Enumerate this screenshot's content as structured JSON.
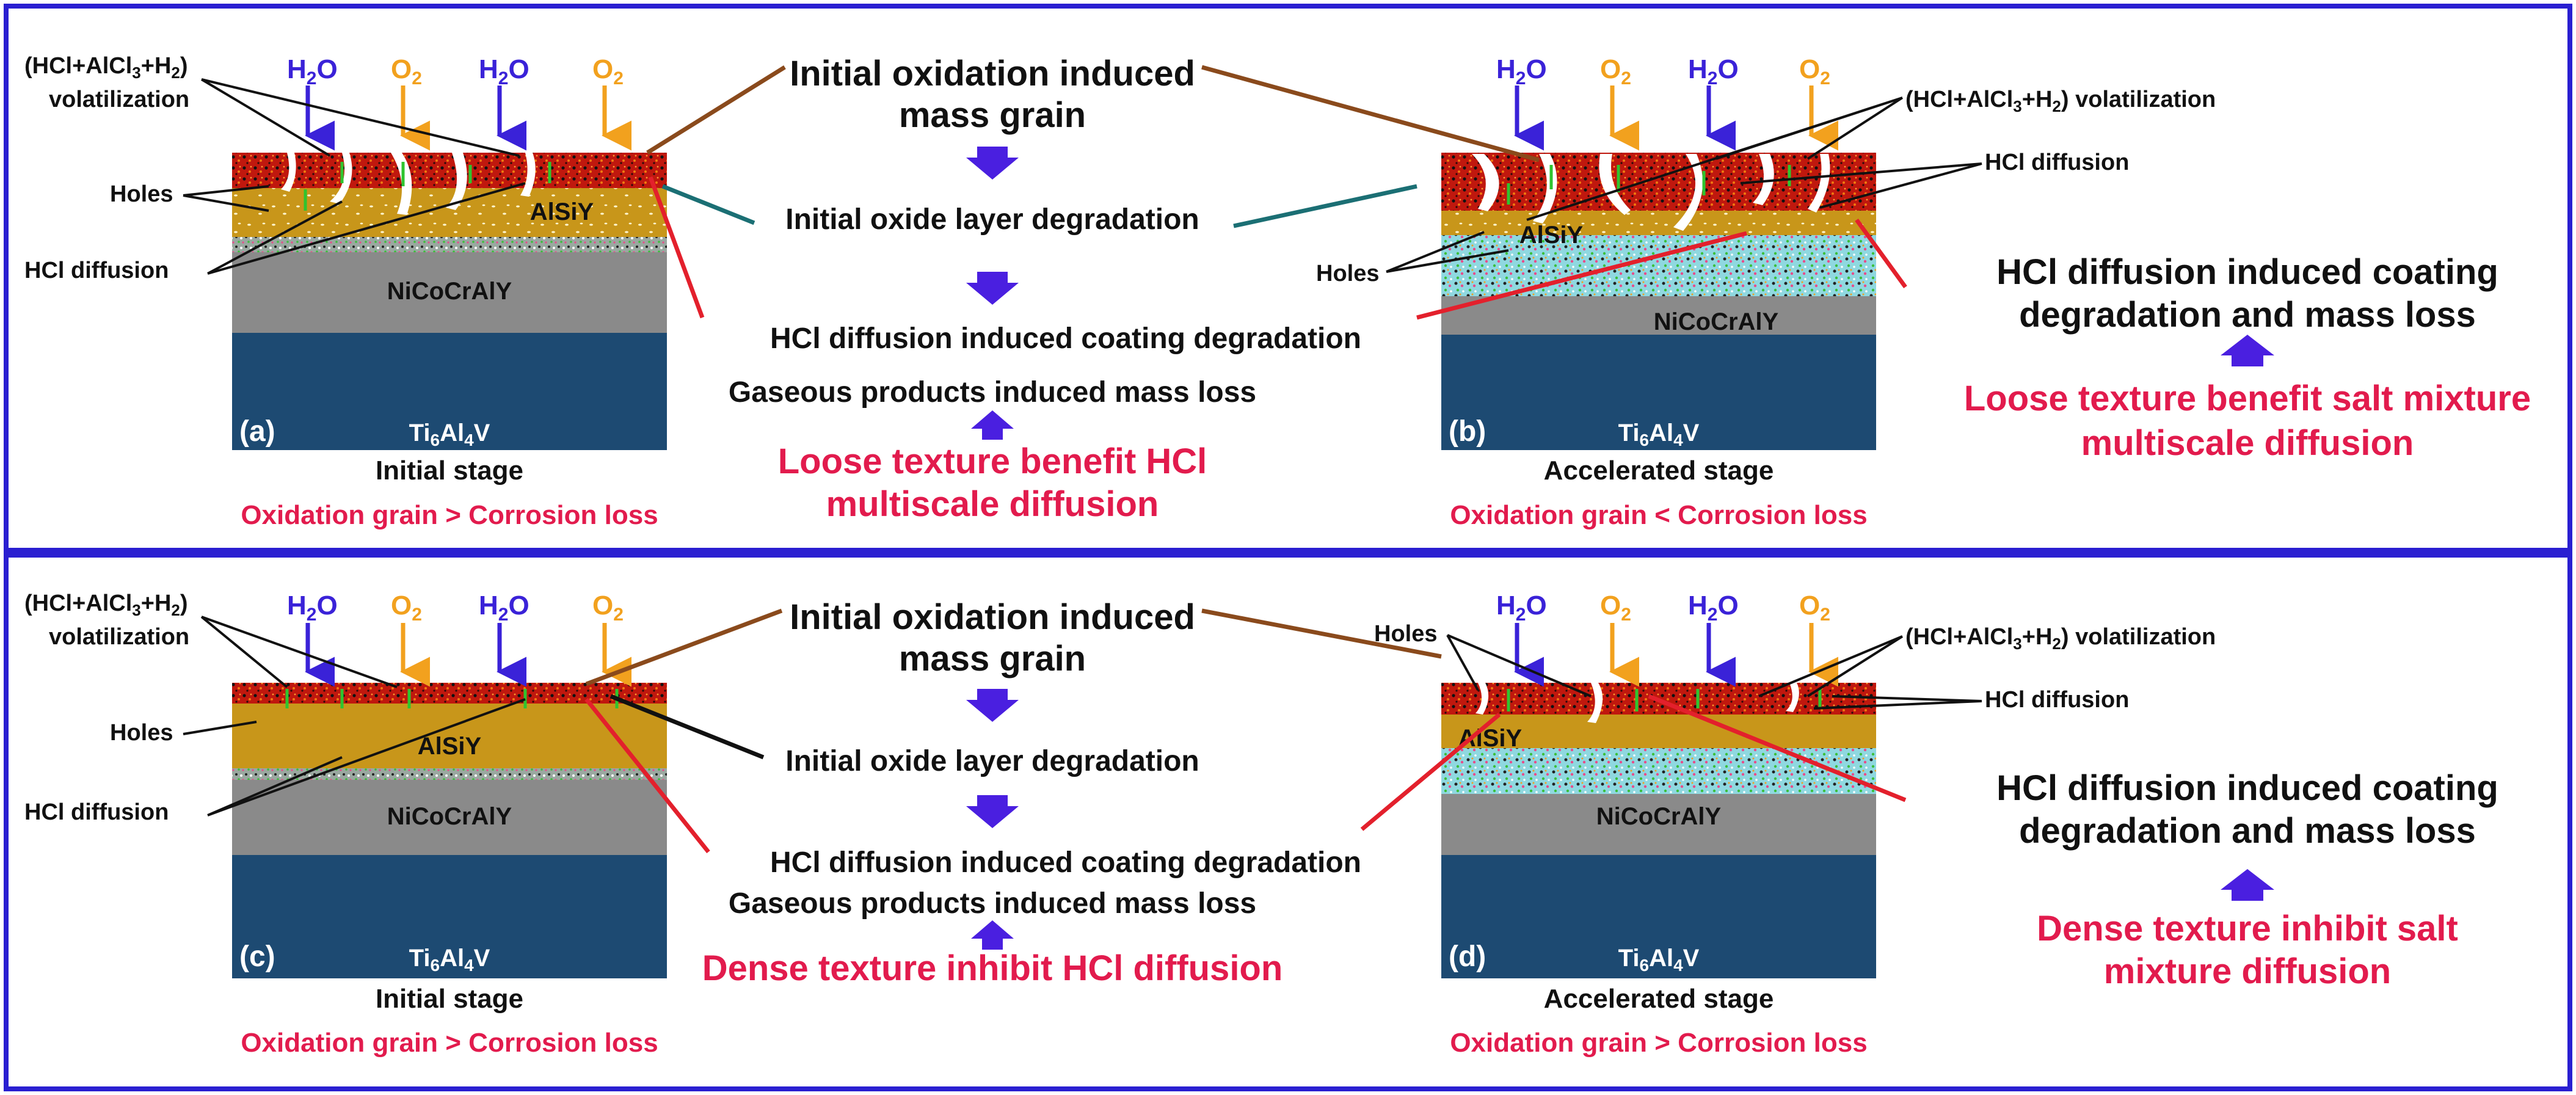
{
  "colors": {
    "frame": "#2a1fd1",
    "water": "#3a22d8",
    "oxygen": "#f2a11e",
    "red_text": "#e21b4d",
    "red_line": "#e3202c",
    "brown_line": "#8a4a1c",
    "teal_line": "#1b6f74",
    "substrate": "#1d4a72",
    "bond": "#8a8a8a",
    "coat": "#c8961a",
    "oxide": "#c0180e"
  },
  "species": {
    "water_base": "H",
    "water_sub": "2",
    "water_tail": "O",
    "oxygen_base": "O",
    "oxygen_sub": "2"
  },
  "layers": {
    "coating": "AlSiY",
    "bond": "NiCoCrAlY",
    "sub_base": "Ti",
    "sub_6": "6",
    "sub_mid": "Al",
    "sub_4": "4",
    "sub_tail": "V"
  },
  "labels": {
    "vol_a": "(HCl+AlCl",
    "vol_b": "3",
    "vol_c": "+H",
    "vol_d": "2",
    "vol_e": ")",
    "volatilization": "volatilization",
    "holes": "Holes",
    "hcl_diffusion": "HCl diffusion"
  },
  "panels": [
    {
      "id": "(a)",
      "stage": "Initial stage",
      "relation": "Oxidation grain > Corrosion loss"
    },
    {
      "id": "(b)",
      "stage": "Accelerated stage",
      "relation": "Oxidation grain < Corrosion loss"
    },
    {
      "id": "(c)",
      "stage": "Initial stage",
      "relation": "Oxidation grain > Corrosion loss"
    },
    {
      "id": "(d)",
      "stage": "Accelerated stage",
      "relation": "Oxidation grain  > Corrosion loss"
    }
  ],
  "mechanism": {
    "top": {
      "line1": "Initial oxidation induced",
      "line2": "mass grain",
      "step2": "Initial oxide layer degradation",
      "step3": "HCl diffusion induced  coating degradation",
      "step4": "Gaseous products induced mass loss",
      "texture1": "Loose texture benefit HCl",
      "texture2": "multiscale diffusion",
      "right1": "HCl diffusion induced coating",
      "right2": "degradation and mass loss",
      "right_texture1": "Loose texture benefit salt mixture",
      "right_texture2": "multiscale diffusion"
    },
    "bottom": {
      "line1": "Initial oxidation induced",
      "line2": "mass grain",
      "step2": "Initial oxide layer degradation",
      "step3": "HCl diffusion induced coating degradation",
      "step4": "Gaseous products induced mass loss",
      "texture1": "Dense texture inhibit HCl diffusion",
      "right1": "HCl diffusion induced coating",
      "right2": "degradation and mass loss",
      "right_texture1": "Dense texture inhibit salt",
      "right_texture2": "mixture diffusion"
    }
  }
}
